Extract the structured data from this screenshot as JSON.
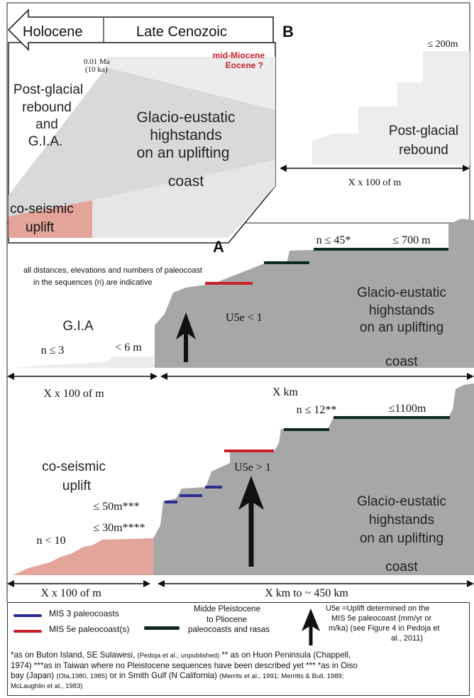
{
  "panel_b": {
    "arrow_left_label": "Holocene",
    "arrow_right_label": "Late Cenozoic",
    "panel_letter": "B",
    "age_marker_line1": "0.01 Ma",
    "age_marker_line2": "(10 ka)",
    "age_old_line1": "mid-Miocene",
    "age_old_line2": "Eocene ?",
    "pgr_lines": [
      "Post-glacial",
      "rebound",
      "and",
      "G.I.A."
    ],
    "ge_lines": [
      "Glacio-eustatic",
      "highstands",
      "on an uplifting",
      "coast"
    ],
    "cs_lines": [
      "co-seismic",
      "uplift"
    ],
    "elev_label": "≤ 200m",
    "right_lines": [
      "Post-glacial",
      "rebound"
    ],
    "distance_label": "X x 100 of m",
    "accent_red": "#c8202a",
    "cs_fill": "#e3a49a"
  },
  "panel_a_top": {
    "panel_letter": "A",
    "n_label": "n ≤ 45*",
    "elev_label": "≤ 700 m",
    "note_line1": "all distances, elevations and numbers of paleocoast",
    "note_line2": "in the sequences (n) are indicative",
    "uplift_label": "U5e < 1",
    "gia_label": "G.I.A",
    "gia_n_label": "n ≤ 3",
    "gia_elev_label": "< 6 m",
    "ge_lines": [
      "Glacio-eustatic",
      "highstands",
      "on an uplifting",
      "coast"
    ],
    "left_distance_label": "X x 100 of m",
    "right_distance_label": "X km"
  },
  "panel_a_bottom": {
    "n_label": "n ≤ 12**",
    "elev_label": "≤1100m",
    "uplift_label": "U5e > 1",
    "cs_lines": [
      "co-seismic",
      "uplift"
    ],
    "elev_50": "≤ 50m***",
    "elev_30": "≤ 30m****",
    "n_small": "n < 10",
    "ge_lines": [
      "Glacio-eustatic",
      "highstands",
      "on an uplifting",
      "coast"
    ],
    "left_distance_label": "X x 100 of m",
    "right_distance_label": "X km to ~ 450 km"
  },
  "legend": {
    "mis3": "MIS 3 paleocoasts",
    "mis5e": "MIS 5e paleocoast(s)",
    "plio_line1": "Midde Pleistocene",
    "plio_line2": "to Pliocene",
    "plio_line3": "paleocoasts and rasas",
    "u5e_line1": "U5e =Uplift determined on  the",
    "u5e_line2": "MIS 5e paleocoast (mm/yr or",
    "u5e_line3": "m/ka)  (see Figure 4 in Pedoja et",
    "u5e_line4": "al., 2011)",
    "foot_1a": "*as on Buton Island, SE Sulawesi, ",
    "foot_1b": "(Pedoja et al., unpublished)",
    "foot_1c": " ** as on Huon Peninsula (Chappell,",
    "foot_2": "1974) ***as in Taiwan where no Pleistocene sequences have been described yet *** *as in Oiso",
    "foot_3a": "bay (Japan) ",
    "foot_3b": "(Ota,1980, 1985)",
    "foot_3c": " or in Smith Gulf (N California) ",
    "foot_3d": "(Merrits et al., 1991; Merritts & Bull, 1989;",
    "foot_4": "McLaughlin et al., 1983)",
    "blue": "#2b2f8f",
    "red": "#c8202a",
    "dark": "#0f2a25"
  }
}
